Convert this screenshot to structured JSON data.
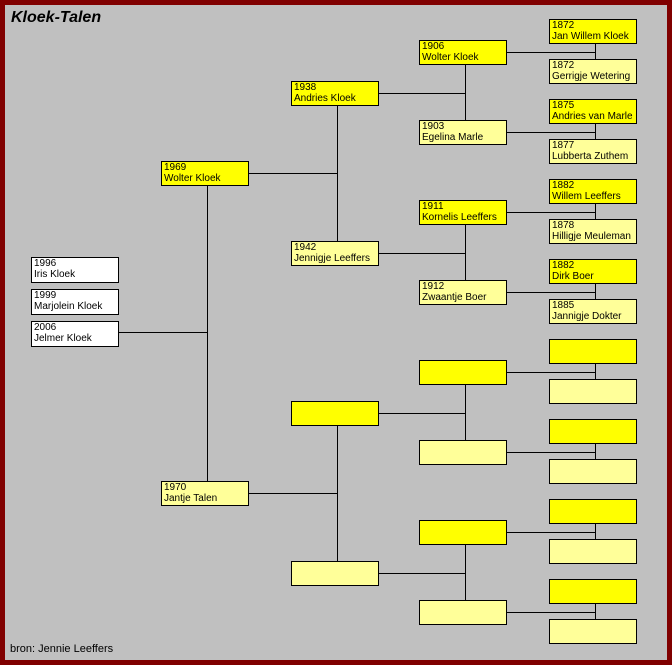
{
  "title": "Kloek-Talen",
  "source": "bron: Jennie Leeffers",
  "colors": {
    "border": "#800000",
    "background": "#c0c0c0",
    "paternal": "#ffff00",
    "maternal": "#ffff99",
    "child": "#ffffff"
  },
  "children": [
    {
      "year": "1996",
      "name": "Iris Kloek"
    },
    {
      "year": "1999",
      "name": "Marjolein Kloek"
    },
    {
      "year": "2006",
      "name": "Jelmer Kloek"
    }
  ],
  "parents": {
    "father": {
      "year": "1969",
      "name": "Wolter Kloek"
    },
    "mother": {
      "year": "1970",
      "name": "Jantje Talen"
    }
  },
  "grandparents": {
    "ff": {
      "year": "1938",
      "name": "Andries Kloek"
    },
    "fm": {
      "year": "1942",
      "name": "Jennigje Leeffers"
    },
    "mf": {
      "year": "",
      "name": ""
    },
    "mm": {
      "year": "",
      "name": ""
    }
  },
  "great_grandparents": {
    "fff": {
      "year": "1906",
      "name": "Wolter Kloek"
    },
    "ffm": {
      "year": "1903",
      "name": "Egelina Marle"
    },
    "fmf": {
      "year": "1911",
      "name": "Kornelis Leeffers"
    },
    "fmm": {
      "year": "1912",
      "name": "Zwaantje Boer"
    },
    "mff": {
      "year": "",
      "name": ""
    },
    "mfm": {
      "year": "",
      "name": ""
    },
    "mmf": {
      "year": "",
      "name": ""
    },
    "mmm": {
      "year": "",
      "name": ""
    }
  },
  "gg_grandparents": {
    "g1": {
      "year": "1872",
      "name": "Jan Willem Kloek"
    },
    "g2": {
      "year": "1872",
      "name": "Gerrigje Wetering"
    },
    "g3": {
      "year": "1875",
      "name": "Andries van Marle"
    },
    "g4": {
      "year": "1877",
      "name": "Lubberta Zuthem"
    },
    "g5": {
      "year": "1882",
      "name": "Willem Leeffers"
    },
    "g6": {
      "year": "1878",
      "name": "Hilligje Meuleman"
    },
    "g7": {
      "year": "1882",
      "name": "Dirk Boer"
    },
    "g8": {
      "year": "1885",
      "name": "Jannigje Dokter"
    },
    "g9": {
      "year": "",
      "name": ""
    },
    "g10": {
      "year": "",
      "name": ""
    },
    "g11": {
      "year": "",
      "name": ""
    },
    "g12": {
      "year": "",
      "name": ""
    },
    "g13": {
      "year": "",
      "name": ""
    },
    "g14": {
      "year": "",
      "name": ""
    },
    "g15": {
      "year": "",
      "name": ""
    },
    "g16": {
      "year": "",
      "name": ""
    }
  }
}
